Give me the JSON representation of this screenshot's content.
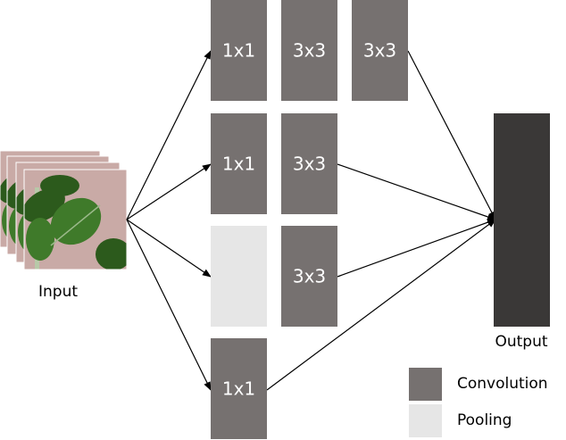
{
  "colors": {
    "convolution": "#767170",
    "pooling": "#e6e6e6",
    "output": "#3a3837",
    "arrow": "#000000",
    "leaf": "#3f7a2a",
    "leaf_dark": "#2c5a1c",
    "background_photo": "#c9aaa6"
  },
  "input": {
    "label": "Input",
    "image": "tomato-leaf-photo-stack"
  },
  "branches": [
    {
      "name": "branch-1",
      "blocks": [
        {
          "type": "convolution",
          "label": "1x1"
        },
        {
          "type": "convolution",
          "label": "3x3"
        },
        {
          "type": "convolution",
          "label": "3x3"
        }
      ]
    },
    {
      "name": "branch-2",
      "blocks": [
        {
          "type": "convolution",
          "label": "1x1"
        },
        {
          "type": "convolution",
          "label": "3x3"
        }
      ]
    },
    {
      "name": "branch-3",
      "blocks": [
        {
          "type": "pooling",
          "label": ""
        },
        {
          "type": "convolution",
          "label": "3x3"
        }
      ]
    },
    {
      "name": "branch-4",
      "blocks": [
        {
          "type": "convolution",
          "label": "1x1"
        }
      ]
    }
  ],
  "output": {
    "label": "Output"
  },
  "legend": [
    {
      "type": "convolution",
      "label": "Convolution"
    },
    {
      "type": "pooling",
      "label": "Pooling"
    }
  ]
}
